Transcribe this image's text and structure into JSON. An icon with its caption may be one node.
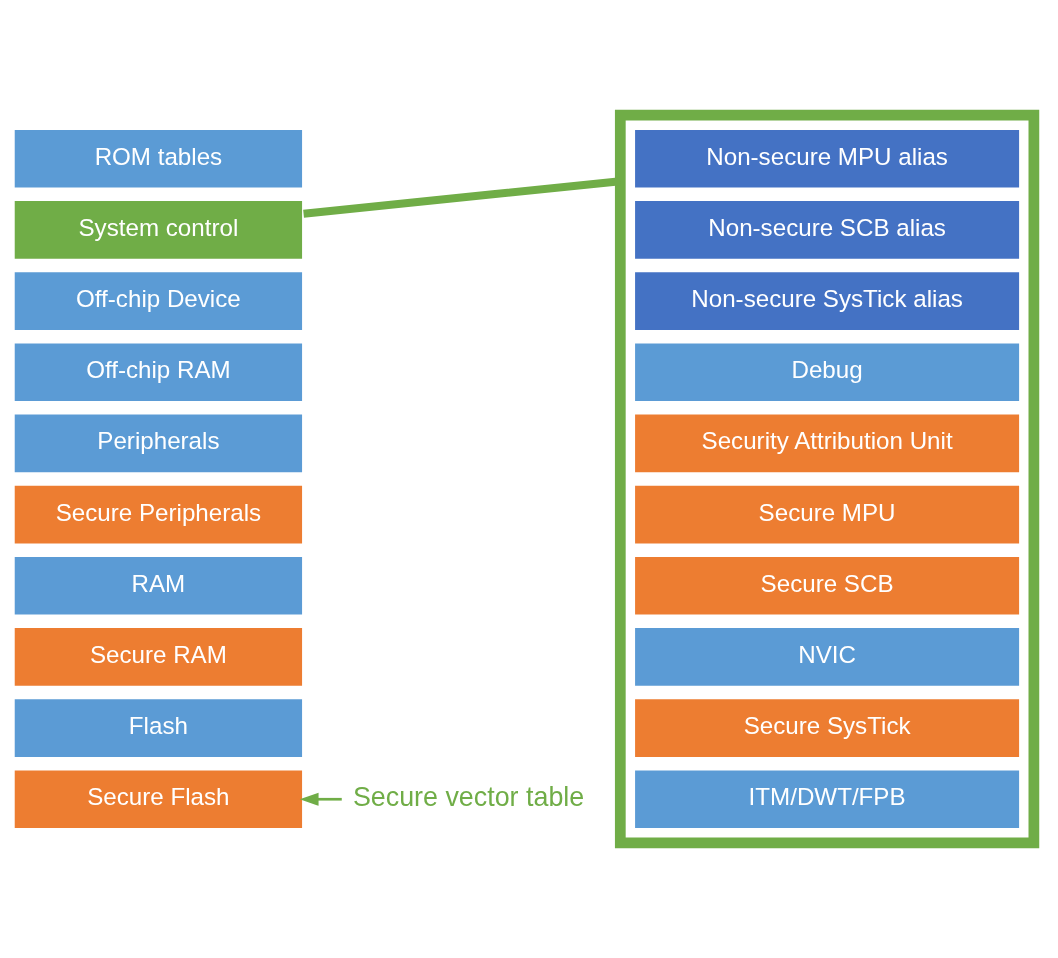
{
  "diagram": {
    "nodes": [
      {
        "text": [
          "ROM tables"
        ]
      },
      {
        "text": [
          "System control"
        ]
      },
      {
        "text": [
          "Off-chip Device"
        ]
      },
      {
        "text": [
          "Off-chip RAM"
        ]
      },
      {
        "text": [
          "Peripherals"
        ]
      },
      {
        "text": [
          "Secure Peripherals"
        ]
      },
      {
        "text": [
          "RAM"
        ]
      },
      {
        "text": [
          "Secure RAM"
        ]
      },
      {
        "text": [
          "Flash"
        ]
      },
      {
        "text": [
          "Secure Flash"
        ]
      },
      {
        "text": [],
        "shape": "box"
      },
      {
        "text": [
          "Non-secure MPU alias"
        ],
        "in": 10
      },
      {
        "text": [
          "Non-secure SCB alias"
        ],
        "in": 10
      },
      {
        "text": [
          "Non-secure SysTick alias"
        ],
        "in": 10
      },
      {
        "text": [
          "Debug"
        ],
        "in": 10
      },
      {
        "text": [
          "Security Attribution Unit"
        ],
        "in": 10
      },
      {
        "text": [
          "Secure MPU"
        ],
        "in": 10
      },
      {
        "text": [
          "Secure SCB"
        ],
        "in": 10
      },
      {
        "text": [
          "NVIC"
        ],
        "in": 10
      },
      {
        "text": [
          "Secure SysTick"
        ],
        "in": 10
      },
      {
        "text": [
          "ITM/DWT/FPB"
        ],
        "in": 10
      },
      {
        "text": [
          "Secure vector table"
        ]
      }
    ],
    "edges": [
      {
        "from": 1,
        "to": 10,
        "arrow": "none",
        "style": "thick",
        "color": "#70ad47"
      },
      {
        "from": 21,
        "to": 9,
        "arrow": "to",
        "color": "#70ad47"
      }
    ]
  }
}
